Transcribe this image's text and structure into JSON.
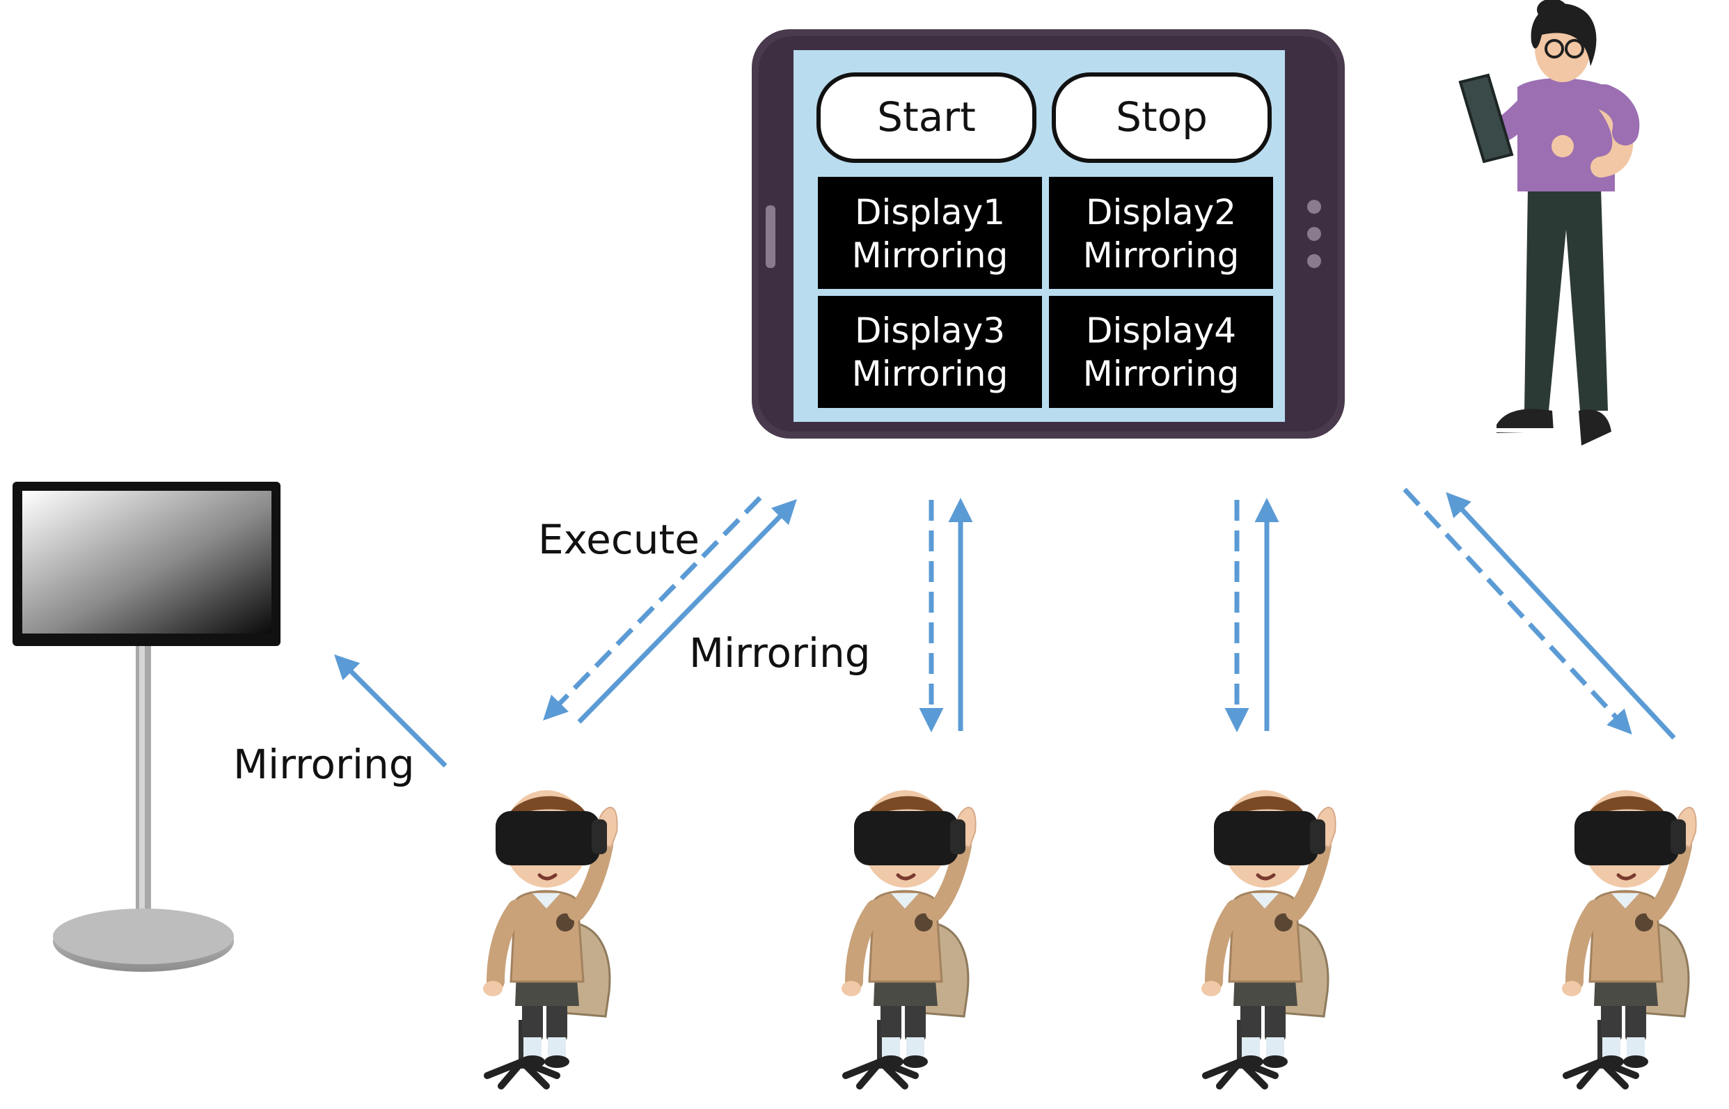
{
  "tablet": {
    "start_label": "Start",
    "stop_label": "Stop",
    "tiles": [
      {
        "line1": "Display1",
        "line2": "Mirroring"
      },
      {
        "line1": "Display2",
        "line2": "Mirroring"
      },
      {
        "line1": "Display3",
        "line2": "Mirroring"
      },
      {
        "line1": "Display4",
        "line2": "Mirroring"
      }
    ]
  },
  "labels": {
    "execute": "Execute",
    "mirroring_center": "Mirroring",
    "mirroring_left": "Mirroring"
  },
  "colors": {
    "arrow": "#5b9bd5",
    "tablet_body": "#4a3a4d",
    "tablet_screen": "#b9dcef",
    "tile": "#000000",
    "headset": "#1a1a1a",
    "teacher_shirt": "#9b6fb2",
    "student_sweater": "#c9a27a"
  },
  "icons": {
    "display": "monitor-on-stand-icon",
    "teacher": "teacher-with-tablet-icon",
    "student": "student-vr-headset-icon"
  }
}
